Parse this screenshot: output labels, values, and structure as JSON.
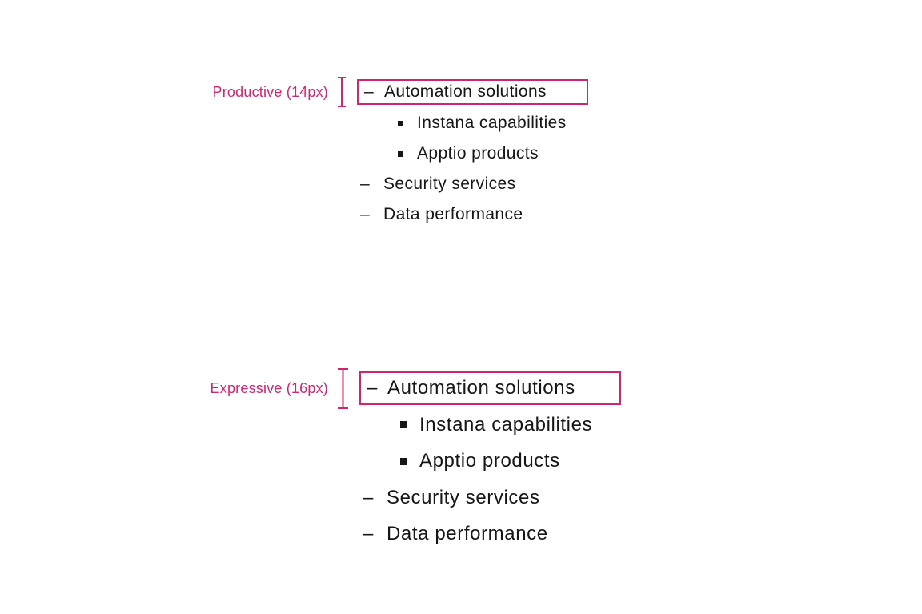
{
  "colors": {
    "annotation": "#d0266f",
    "text": "#161616",
    "divider": "#e0e0e0",
    "background": "#ffffff"
  },
  "sections": [
    {
      "name": "productive",
      "label": "Productive (14px)"
    },
    {
      "name": "expressive",
      "label": "Expressive (16px)"
    }
  ],
  "list": {
    "dash_marker": "–",
    "square_marker": "▪",
    "items": [
      {
        "text": "Automation solutions",
        "level": 1,
        "boxed": true
      },
      {
        "text": "Instana capabilities",
        "level": 2
      },
      {
        "text": "Apptio products",
        "level": 2
      },
      {
        "text": "Security services",
        "level": 1
      },
      {
        "text": "Data performance",
        "level": 1
      }
    ]
  }
}
